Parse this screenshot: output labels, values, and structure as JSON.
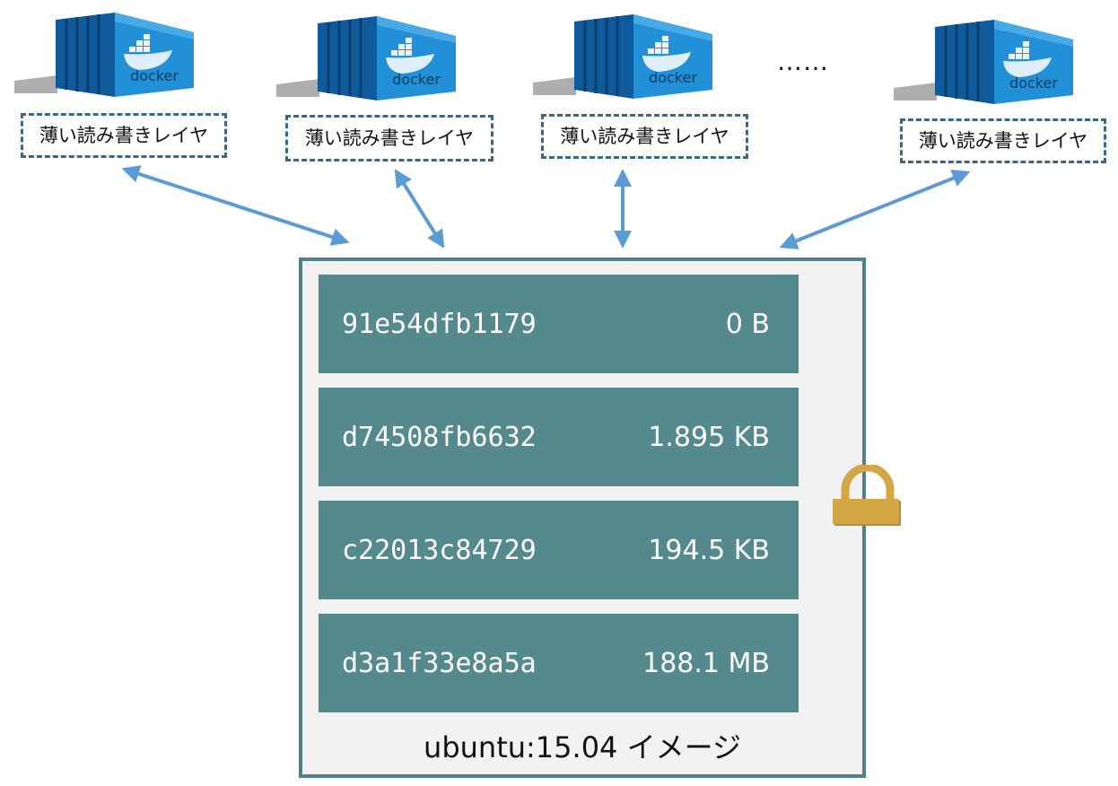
{
  "containers": [
    {
      "logo_text": "docker",
      "layer_label": "薄い読み書きレイヤ"
    },
    {
      "logo_text": "docker",
      "layer_label": "薄い読み書きレイヤ"
    },
    {
      "logo_text": "docker",
      "layer_label": "薄い読み書きレイヤ"
    },
    {
      "logo_text": "docker",
      "layer_label": "薄い読み書きレイヤ"
    }
  ],
  "ellipsis": "……",
  "image": {
    "caption": "ubuntu:15.04 イメージ",
    "layers": [
      {
        "id": "91e54dfb1179",
        "size": "0 B"
      },
      {
        "id": "d74508fb6632",
        "size": "1.895 KB"
      },
      {
        "id": "c22013c84729",
        "size": "194.5 KB"
      },
      {
        "id": "d3a1f33e8a5a",
        "size": "188.1 MB"
      }
    ]
  },
  "colors": {
    "container_blue": "#1e88d0",
    "arrow": "#5b9bd5",
    "layer_fill": "#548a8e",
    "image_border": "#4f8284",
    "label_border": "#3f6584",
    "lock": "#d4a744"
  },
  "icons": [
    "docker-container-icon",
    "lock-icon"
  ]
}
